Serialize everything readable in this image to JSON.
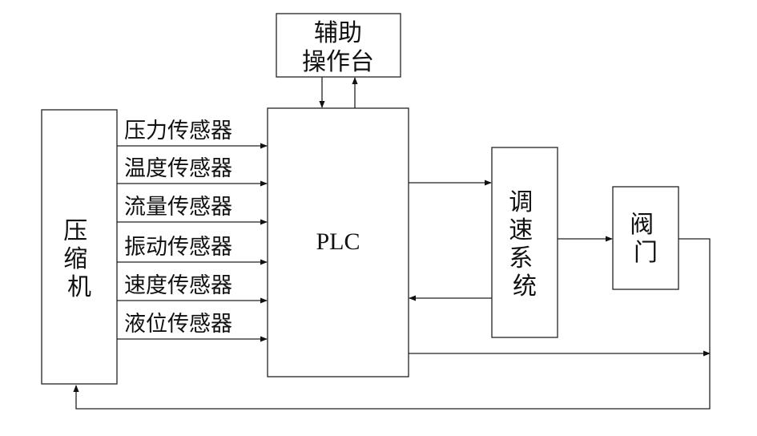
{
  "blocks": {
    "compressor": "压缩机",
    "plc": "PLC",
    "aux_console_line1": "辅助",
    "aux_console_line2": "操作台",
    "speed_system": "调速系统",
    "valve": "阀门"
  },
  "sensors": [
    "压力传感器",
    "温度传感器",
    "流量传感器",
    "振动传感器",
    "速度传感器",
    "液位传感器"
  ],
  "colors": {
    "line": "#222222",
    "text": "#111111",
    "background": "#ffffff"
  }
}
